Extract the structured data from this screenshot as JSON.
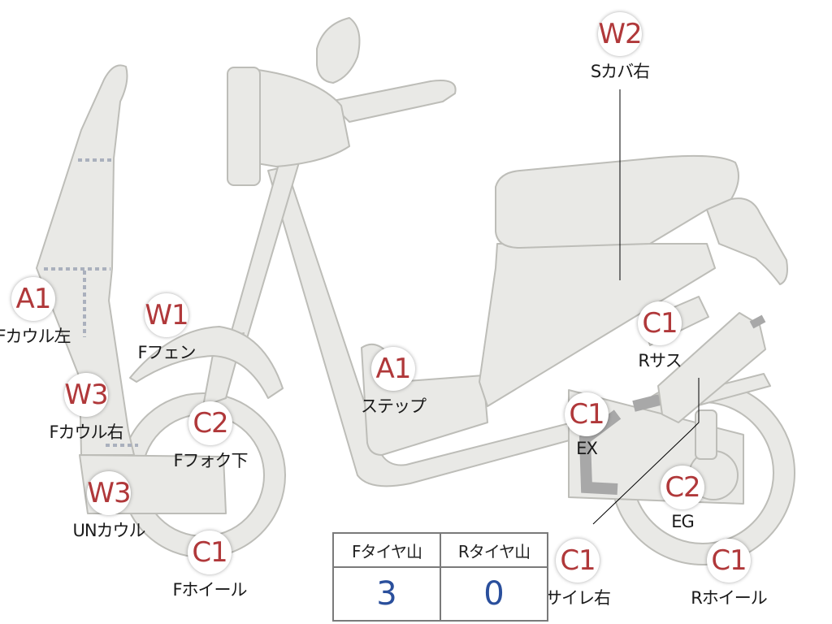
{
  "markers": [
    {
      "code": "W2",
      "label": "Sカバ右"
    },
    {
      "code": "A1",
      "label": "Fカウル左"
    },
    {
      "code": "W1",
      "label": "Fフェン"
    },
    {
      "code": "A1",
      "label": "ステップ"
    },
    {
      "code": "C1",
      "label": "Rサス"
    },
    {
      "code": "W3",
      "label": "Fカウル右"
    },
    {
      "code": "C2",
      "label": "Fフォク下"
    },
    {
      "code": "C1",
      "label": "EX"
    },
    {
      "code": "W3",
      "label": "UNカウル"
    },
    {
      "code": "C2",
      "label": "EG"
    },
    {
      "code": "C1",
      "label": "Fホイール"
    },
    {
      "code": "C1",
      "label": "サイレ右"
    },
    {
      "code": "C1",
      "label": "Rホイール"
    }
  ],
  "tire_table": {
    "headers": [
      "Fタイヤ山",
      "Rタイヤ山"
    ],
    "values": [
      "3",
      "0"
    ]
  },
  "colors": {
    "code_red": "#b0383a",
    "value_blue": "#2a4f9c",
    "body_fill": "#e9e9e6"
  }
}
